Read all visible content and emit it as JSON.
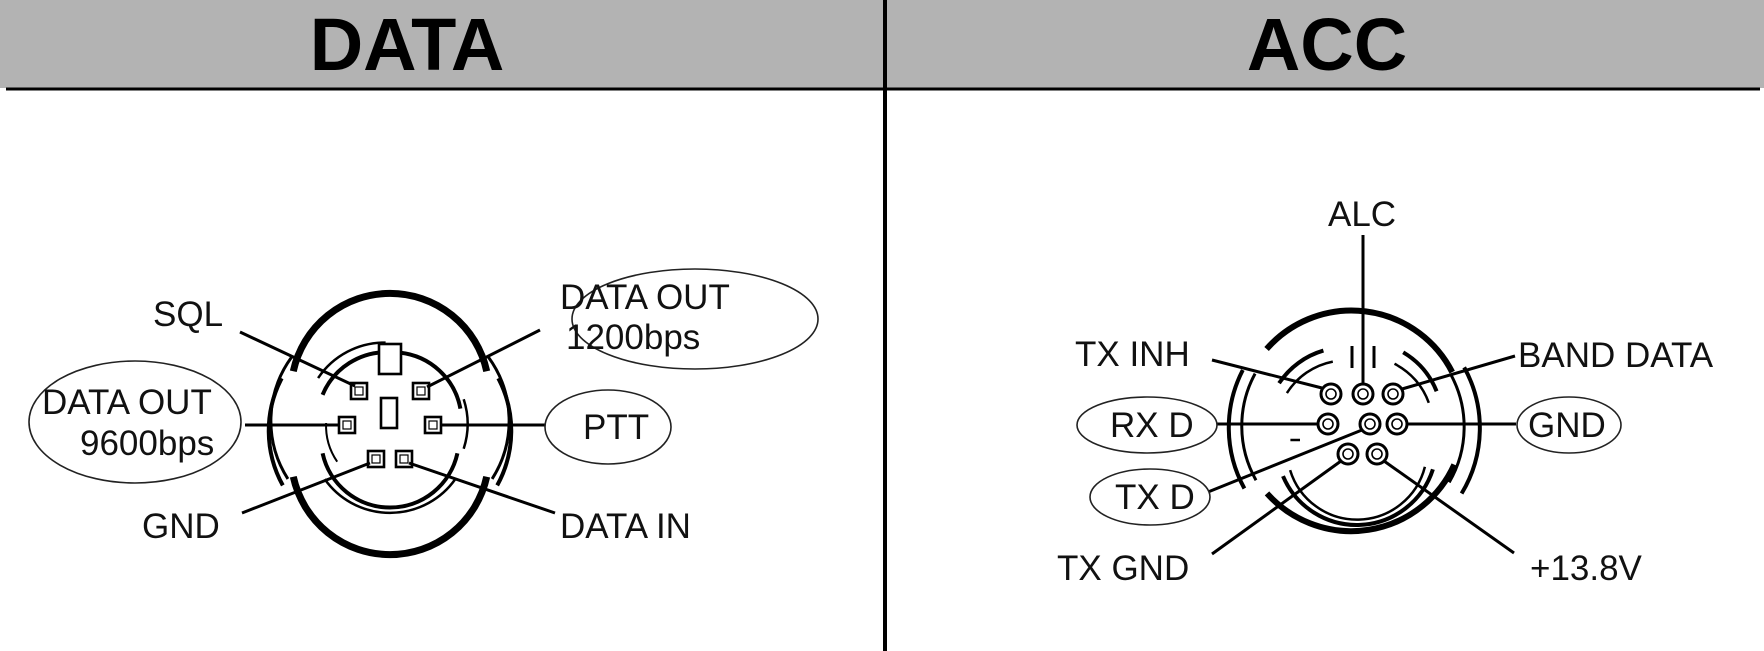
{
  "panels": {
    "data": {
      "title": "DATA",
      "labels": {
        "sql": "SQL",
        "data_out_1200_line1": "DATA OUT",
        "data_out_1200_line2": "1200bps",
        "data_out_9600_line1": "DATA OUT",
        "data_out_9600_line2": "9600bps",
        "ptt": "PTT",
        "gnd": "GND",
        "data_in": "DATA IN"
      }
    },
    "acc": {
      "title": "ACC",
      "labels": {
        "alc": "ALC",
        "tx_inh": "TX INH",
        "band_data": "BAND DATA",
        "rx_d": "RX D",
        "gnd": "GND",
        "tx_d": "TX D",
        "tx_gnd": "TX GND",
        "plus_13_8v": "+13.8V"
      }
    }
  },
  "colors": {
    "header_band": "#b3b3b3",
    "line": "#000000",
    "background": "#ffffff"
  }
}
